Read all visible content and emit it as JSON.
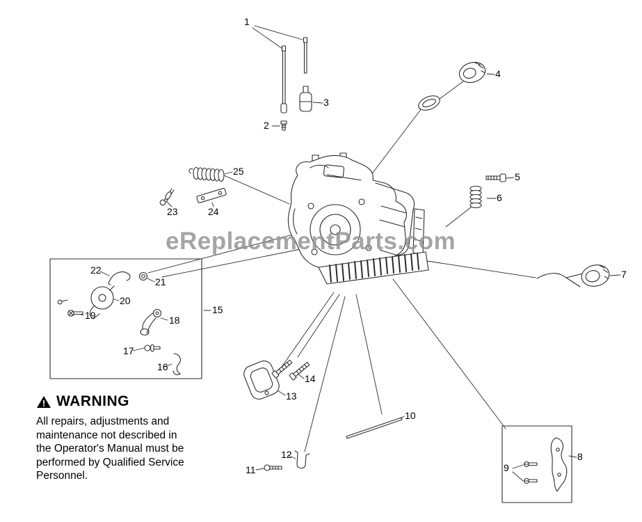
{
  "watermark": "eReplacementParts.com",
  "warning": {
    "title": "WARNING",
    "lines": [
      "All repairs, adjustments and",
      "maintenance not described in",
      "the Operator's Manual must be",
      "performed by Qualified Service",
      "Personnel."
    ]
  },
  "callouts": {
    "n1": "1",
    "n2": "2",
    "n3": "3",
    "n4": "4",
    "n5": "5",
    "n6": "6",
    "n7": "7",
    "n8": "8",
    "n9": "9",
    "n10": "10",
    "n11": "11",
    "n12": "12",
    "n13": "13",
    "n14": "14",
    "n15": "15",
    "n16": "16",
    "n17": "17",
    "n18": "18",
    "n19": "19",
    "n20": "20",
    "n21": "21",
    "n22": "22",
    "n23": "23",
    "n24": "24",
    "n25": "25"
  },
  "colors": {
    "line": "#2b2b2b",
    "watermark": "#8f8f8f",
    "background": "#ffffff"
  }
}
